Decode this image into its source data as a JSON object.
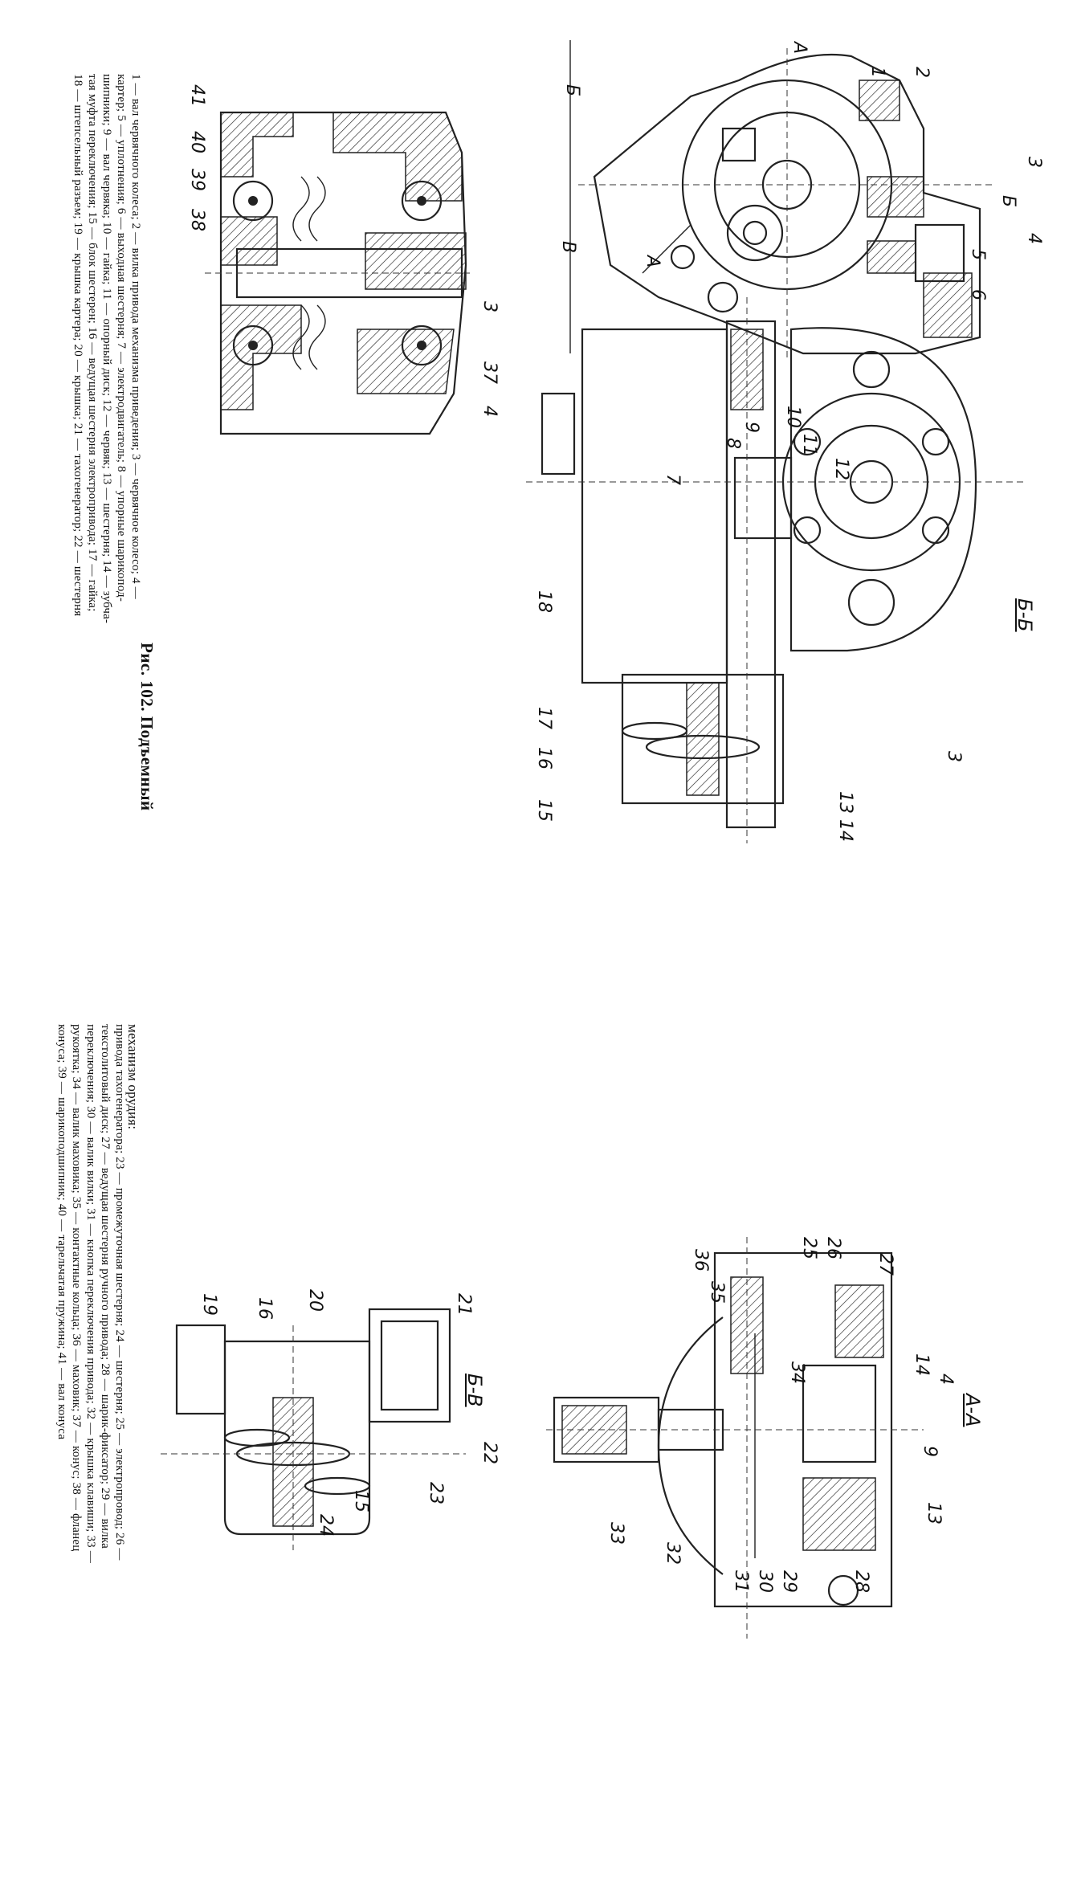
{
  "figure": {
    "title": "Рис. 102. Подъемный",
    "caption_lines": [
      "1 — вал червячного колеса; 2 — вилка привода механизма приведения; 3 — червячное колесо; 4 —",
      "картер; 5 — уплотнения; 6 — выходная шестерня; 7 — электродвигатель; 8 — упорные шарикопод-",
      "шипники; 9 — вал червяка; 10 — гайка; 11 — опорный диск; 12 — червяк; 13 — шестерня; 14 — зубча-",
      "тая муфта переключения; 15 — блок шестерен; 16 — ведущая шестерня электропривода; 17 — гайка;",
      "18 — штепсельный разъем; 19 — крышка картера; 20 — крышка; 21 — тахогенератор; 22 — шестерня"
    ],
    "continuation_lines": [
      "механизм орудия:",
      "привода тахогенератора; 23 — промежуточная шестерня; 24 — шестерня; 25 — электропровод; 26 —",
      "текстолитовый диск; 27 — ведущая шестерня ручного привода; 28 — шарик-фиксатор; 29 — вилка",
      "переключения; 30 — валик вилки; 31 — кнопка переключения привода; 32 — крышка клавиши; 33 —",
      "рукоятка; 34 — валик маховика; 35 — контактные кольца; 36 — маховик; 37 — конус; 38 — фланец",
      "конуса; 39 — шарикоподшипник; 40 — тарельчатая пружина; 41 — вал конуса"
    ]
  },
  "sections": {
    "a_a_top": "А",
    "b_left": "Б",
    "b_right": "Б",
    "v_left": "В",
    "a_bottom": "А",
    "bb_view": "Б-Б",
    "aa_view": "А-А",
    "bv_view": "Б-В"
  },
  "callouts": {
    "top_left": [
      "41",
      "40",
      "39",
      "38",
      "3",
      "37",
      "4"
    ],
    "top_right": [
      "1",
      "2",
      "3",
      "4",
      "5",
      "6"
    ],
    "mid": [
      "9",
      "10",
      "11",
      "8",
      "12",
      "7",
      "18",
      "17",
      "16",
      "15",
      "13",
      "14",
      "3"
    ],
    "bottom_right": [
      "36",
      "25",
      "26",
      "27",
      "14",
      "4",
      "9",
      "35",
      "34",
      "13",
      "33",
      "32",
      "31",
      "30",
      "29",
      "28"
    ],
    "bottom_left": [
      "19",
      "16",
      "20",
      "21",
      "22",
      "23",
      "24",
      "15"
    ]
  }
}
